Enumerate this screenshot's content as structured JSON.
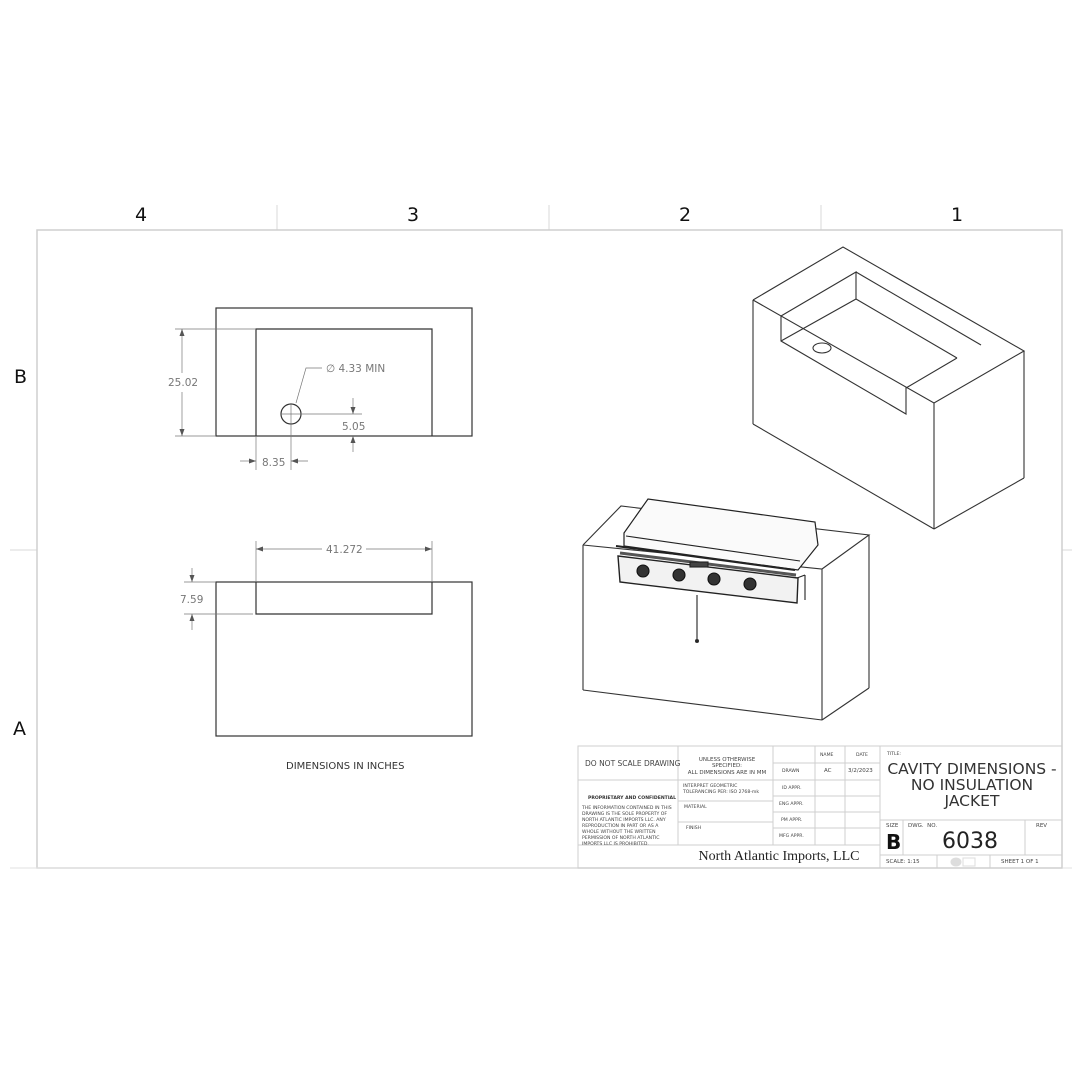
{
  "sheet": {
    "zone_columns": [
      "4",
      "3",
      "2",
      "1"
    ],
    "zone_rows": [
      "B",
      "A"
    ]
  },
  "views": {
    "top_view": {
      "dimensions": {
        "height": "25.02",
        "hole_diameter": "∅ 4.33 MIN",
        "hole_offset_y": "5.05",
        "hole_offset_x": "8.35"
      }
    },
    "front_view": {
      "dimensions": {
        "cavity_width": "41.272",
        "cavity_depth": "7.59"
      }
    },
    "note": "DIMENSIONS IN INCHES",
    "isometric_cavity": {
      "label": "isometric cavity view"
    },
    "isometric_grill": {
      "label": "isometric grill installed view"
    }
  },
  "title_block": {
    "do_not_scale": "DO NOT SCALE DRAWING",
    "unless_specified": "UNLESS OTHERWISE SPECIFIED:",
    "all_dims": "ALL DIMENSIONS ARE IN MM",
    "interpret": "INTERPRET GEOMETRIC",
    "tolerancing": "TOLERANCING PER: ISO 2768-mk",
    "material": "MATERIAL",
    "finish": "FINISH",
    "proprietary_heading": "PROPRIETARY AND CONFIDENTIAL",
    "proprietary_text": "THE INFORMATION CONTAINED IN THIS DRAWING IS THE SOLE PROPERTY OF NORTH ATLANTIC IMPORTS LLC. ANY REPRODUCTION IN PART OR AS A WHOLE WITHOUT THE WRITTEN PERMISSION OF NORTH ATLANTIC IMPORTS LLC IS PROHIBITED.",
    "col_name": "NAME",
    "col_date": "DATE",
    "rows": [
      {
        "label": "DRAWN",
        "name": "AC",
        "date": "3/2/2023"
      },
      {
        "label": "ID APPR.",
        "name": "",
        "date": ""
      },
      {
        "label": "ENG APPR.",
        "name": "",
        "date": ""
      },
      {
        "label": "PM APPR.",
        "name": "",
        "date": ""
      },
      {
        "label": "MFG APPR.",
        "name": "",
        "date": ""
      }
    ],
    "company": "North Atlantic Imports, LLC",
    "title_label": "TITLE:",
    "title_line1": "CAVITY DIMENSIONS -",
    "title_line2": "NO INSULATION",
    "title_line3": "JACKET",
    "size_label": "SIZE",
    "size": "B",
    "dwg_no_label": "DWG.  NO.",
    "dwg_no": "6038",
    "rev_label": "REV",
    "scale": "SCALE: 1:15",
    "sheet": "SHEET 1 OF 1"
  }
}
